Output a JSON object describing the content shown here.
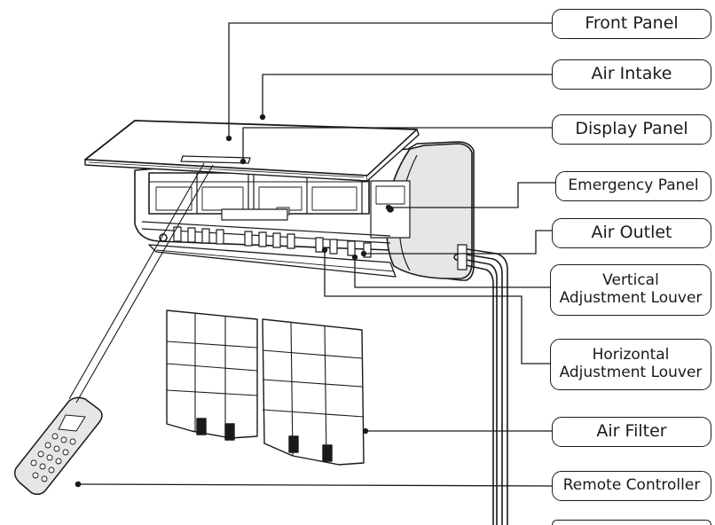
{
  "callouts": {
    "front_panel": "Front Panel",
    "air_intake": "Air Intake",
    "display_panel": "Display Panel",
    "emergency_panel": "Emergency Panel",
    "air_outlet": "Air Outlet",
    "vertical_louver": [
      "Vertical",
      "Adjustment Louver"
    ],
    "horizontal_louver": [
      "Horizontal",
      "Adjustment Louver"
    ],
    "air_filter": "Air Filter",
    "remote_controller": "Remote Controller"
  },
  "colors": {
    "line": "#1a1a1a",
    "unit_shade": "#e6e6e6",
    "callout_bg": "#ffffff"
  }
}
